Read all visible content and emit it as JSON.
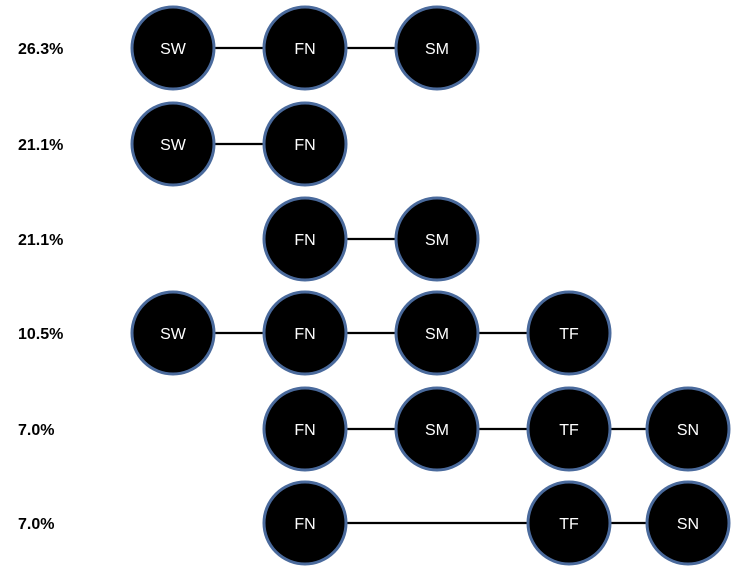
{
  "rows": [
    {
      "percent": "26.3%",
      "nodes": [
        "SW",
        "FN",
        "SM"
      ],
      "edges": [
        [
          "SW",
          "FN"
        ],
        [
          "FN",
          "SM"
        ]
      ]
    },
    {
      "percent": "21.1%",
      "nodes": [
        "SW",
        "FN"
      ],
      "edges": [
        [
          "SW",
          "FN"
        ]
      ]
    },
    {
      "percent": "21.1%",
      "nodes": [
        "FN",
        "SM"
      ],
      "edges": [
        [
          "FN",
          "SM"
        ]
      ]
    },
    {
      "percent": "10.5%",
      "nodes": [
        "SW",
        "FN",
        "SM",
        "TF"
      ],
      "edges": [
        [
          "SW",
          "FN"
        ],
        [
          "FN",
          "SM"
        ],
        [
          "SM",
          "TF"
        ]
      ]
    },
    {
      "percent": "7.0%",
      "nodes": [
        "FN",
        "SM",
        "TF",
        "SN"
      ],
      "edges": [
        [
          "FN",
          "SM"
        ],
        [
          "SM",
          "TF"
        ],
        [
          "TF",
          "SN"
        ]
      ]
    },
    {
      "percent": "7.0%",
      "nodes": [
        "FN",
        "TF",
        "SN"
      ],
      "edges": [
        [
          "FN",
          "TF"
        ],
        [
          "TF",
          "SN"
        ]
      ]
    }
  ],
  "colors": {
    "node_fill": "#000000",
    "node_stroke": "#4a6a9c",
    "node_text": "#ffffff",
    "edge": "#000000",
    "background": "#ffffff"
  }
}
